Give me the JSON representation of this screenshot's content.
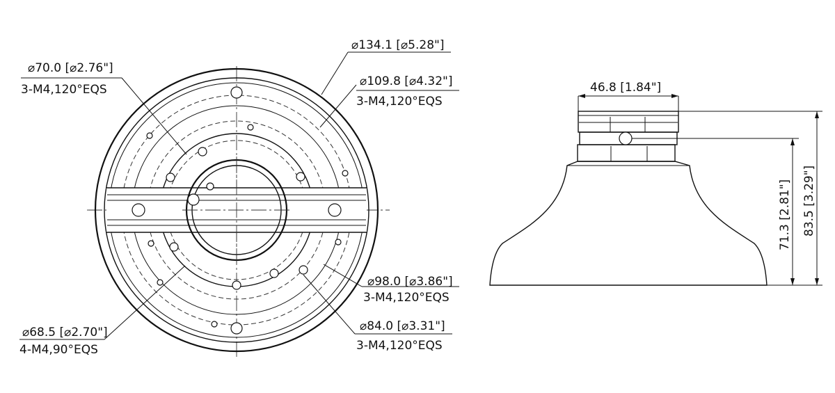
{
  "top_view": {
    "callouts": [
      {
        "id": "d134",
        "line1": "⌀134.1 [⌀5.28\"]",
        "line2": ""
      },
      {
        "id": "d70",
        "line1": "⌀70.0 [⌀2.76\"]",
        "line2": "3-M4,120°EQS"
      },
      {
        "id": "d109",
        "line1": "⌀109.8 [⌀4.32\"]",
        "line2": "3-M4,120°EQS"
      },
      {
        "id": "d98",
        "line1": "⌀98.0 [⌀3.86\"]",
        "line2": "3-M4,120°EQS"
      },
      {
        "id": "d84",
        "line1": "⌀84.0 [⌀3.31\"]",
        "line2": "3-M4,120°EQS"
      },
      {
        "id": "d68",
        "line1": "⌀68.5 [⌀2.70\"]",
        "line2": "4-M4,90°EQS"
      }
    ]
  },
  "side_view": {
    "width_label": "46.8 [1.84\"]",
    "height_inner_label": "71.3 [2.81\"]",
    "height_total_label": "83.5 [3.29\"]"
  }
}
